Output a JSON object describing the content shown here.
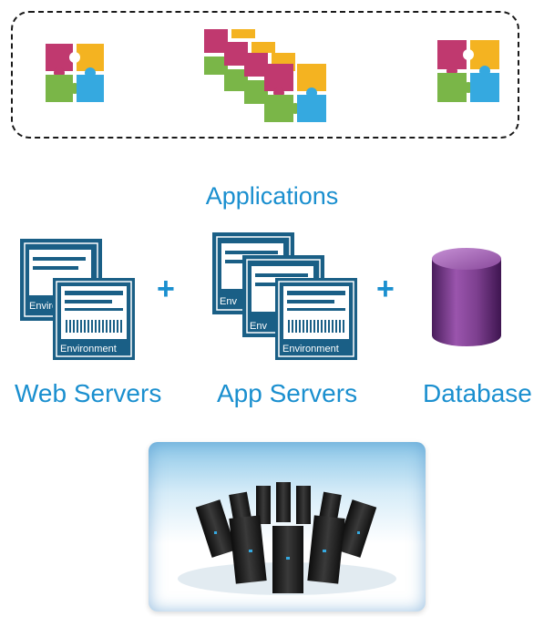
{
  "labels": {
    "applications": "Applications",
    "web_servers": "Web Servers",
    "app_servers": "App Servers",
    "database": "Database"
  },
  "operators": {
    "plus_1": "+",
    "plus_2": "+"
  },
  "environment_cards": {
    "web_back": "Environ",
    "web_front": "Environment",
    "app_back_1": "Env",
    "app_back_2": "Env",
    "app_front": "Environment"
  },
  "colors": {
    "accent_blue": "#1a8fcf",
    "card_blue": "#1a5f86",
    "puzzle_pink": "#c0396f",
    "puzzle_yellow": "#f4b321",
    "puzzle_green": "#7ab648",
    "puzzle_blue": "#35a9e0",
    "database_purple": "#7d3f8f"
  },
  "icons": {
    "applications": "puzzle-piece-icon",
    "servers": "server-environment-icon",
    "database": "database-cylinder-icon",
    "datacenter": "server-cluster-image"
  }
}
